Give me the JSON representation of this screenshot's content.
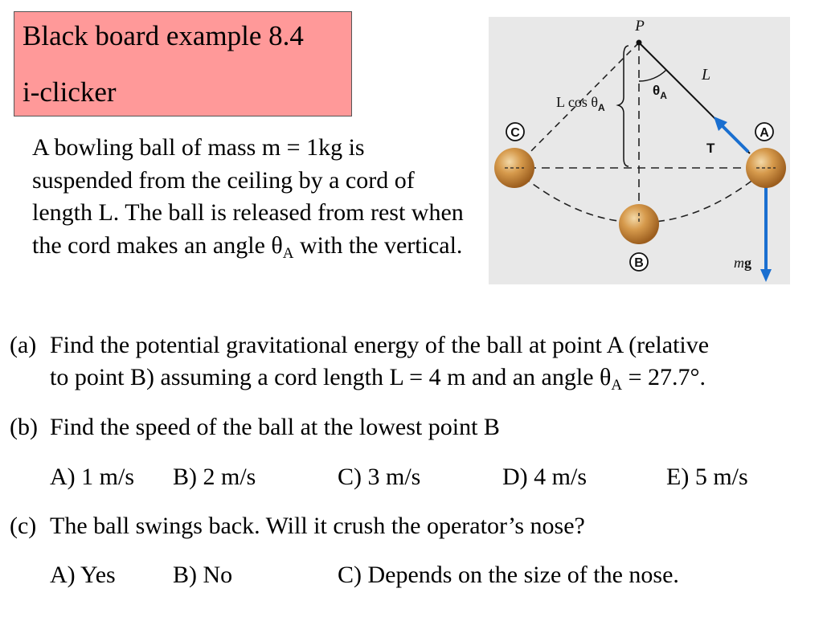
{
  "title": {
    "line1": "Black board example 8.4",
    "line2": "i-clicker"
  },
  "intro": {
    "before_theta": "A bowling ball of mass m = 1kg is suspended from the ceiling by a cord of length L. The ball is released from rest when the cord makes an angle ",
    "theta": "θ",
    "theta_sub": "A",
    "after_theta": " with the vertical."
  },
  "diagram": {
    "label_P": "P",
    "label_L": "L",
    "label_Lcos": "L cos θ",
    "label_Lcos_sub": "A",
    "label_theta": "θ",
    "label_theta_sub": "A",
    "label_T": "T",
    "label_mg_m": "m",
    "label_mg_g": "g",
    "label_A": "A",
    "label_B": "B",
    "label_C": "C",
    "colors": {
      "ball": "#c98a3a",
      "arrow": "#1a6fd0",
      "background": "#e8e8e8"
    }
  },
  "questions": {
    "a": {
      "label": "(a)",
      "line1": "Find the potential gravitational energy of the ball at point A (relative",
      "line2_before": "to point B) assuming a cord length L = 4 m and an angle θ",
      "line2_sub": "A",
      "line2_after": " = 27.7°."
    },
    "b": {
      "label": "(b)",
      "text": "Find the speed of the ball at the lowest point B",
      "options": [
        "A)  1 m/s",
        "B) 2 m/s",
        "C) 3 m/s",
        "D) 4 m/s",
        "E) 5 m/s"
      ]
    },
    "c": {
      "label": "(c)",
      "text": "The ball swings back. Will it crush the operator’s nose?",
      "options": [
        "A) Yes",
        "B) No",
        "C) Depends on the size of the nose."
      ]
    }
  },
  "colors": {
    "title_background": "#ff9999"
  }
}
